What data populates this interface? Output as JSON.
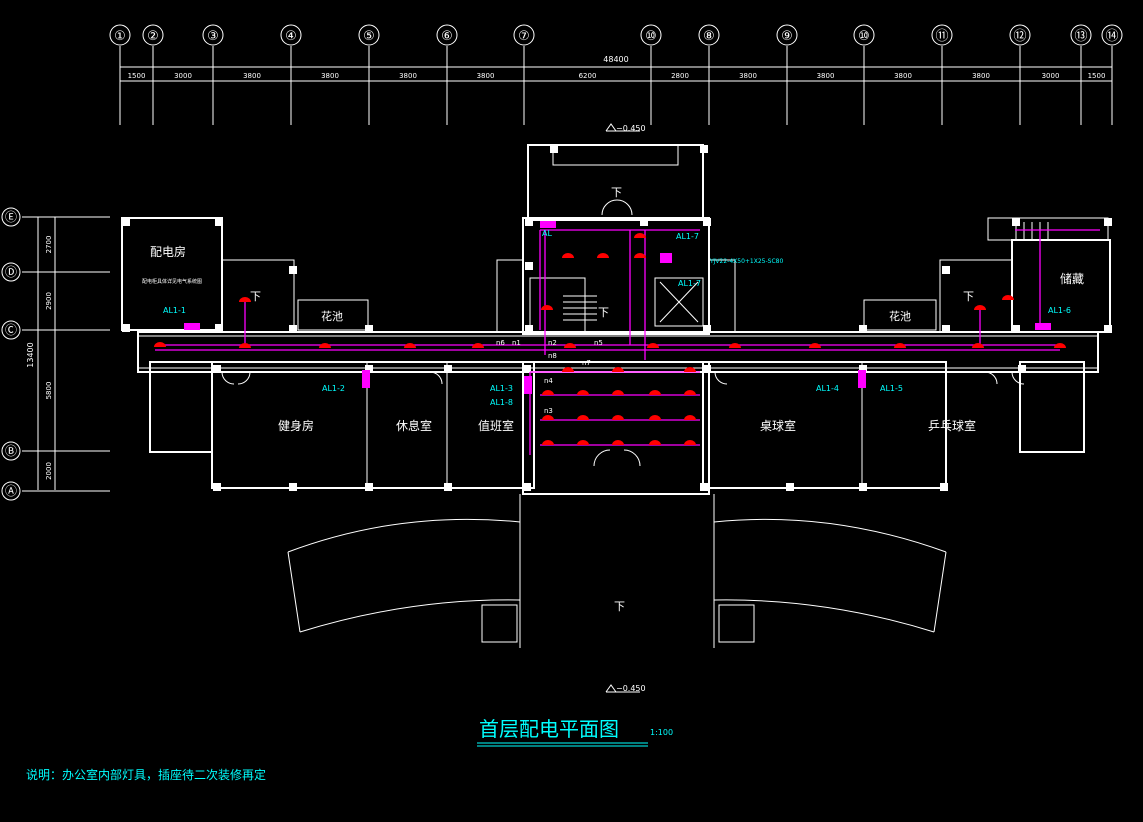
{
  "axes_top": [
    "①",
    "②",
    "③",
    "④",
    "⑤",
    "⑥",
    "⑦",
    "⑩",
    "⑧",
    "⑨",
    "⑩",
    "⑪",
    "⑫",
    "⑬",
    "⑭"
  ],
  "axes_left": [
    "Ⓔ",
    "Ⓓ",
    "Ⓒ",
    "Ⓑ",
    "Ⓐ"
  ],
  "dims_top_total": "48400",
  "dims_top": [
    "1500",
    "3000",
    "3800",
    "3800",
    "3800",
    "3800",
    "6200",
    "2800",
    "3800",
    "3800",
    "3800",
    "3800",
    "3000",
    "1500"
  ],
  "dims_left_total": "13400",
  "dims_left": [
    "2700",
    "2900",
    "5800",
    "2000"
  ],
  "elev_top": "−0.450",
  "elev_bottom": "−0.450",
  "rooms": {
    "distribution": "配电房",
    "storage": "储藏",
    "planter_left": "花池",
    "planter_right": "花池",
    "gym": "健身房",
    "lounge": "休息室",
    "duty": "值班室",
    "billiards": "桌球室",
    "pingpong": "乒乓球室"
  },
  "down_marks": [
    "下",
    "下",
    "下",
    "下",
    "下"
  ],
  "panels": [
    "AL1-1",
    "AL1-2",
    "AL1-3",
    "AL1-8",
    "AL1-4",
    "AL1-5",
    "AL1-6",
    "AL1-7",
    "AL1-7",
    "AL"
  ],
  "circuits": [
    "n1",
    "n2",
    "n3",
    "n4",
    "n5",
    "n6",
    "n7",
    "n8"
  ],
  "notes": {
    "dist_room_note": "配电柜具体详见电气系统图",
    "cable_note": "YJV22-4X50+1X25-SC80"
  },
  "title": "首层配电平面图",
  "scale": "1:100",
  "remark": "说明：办公室内部灯具，插座待二次装修再定",
  "colors": {
    "background": "#000000",
    "walls": "#ffffff",
    "wiring": "#ff00ff",
    "fixtures": "#ff0000",
    "annotation": "#00ffff"
  }
}
